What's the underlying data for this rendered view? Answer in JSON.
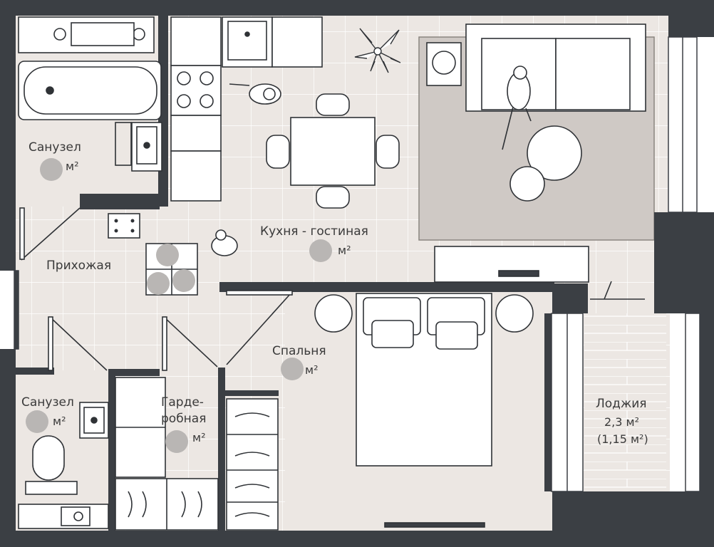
{
  "rooms": {
    "bathroom_main": {
      "name": "Санузел",
      "area": "м²"
    },
    "kitchen_living": {
      "name": "Кухня - гостиная",
      "area": "м²"
    },
    "hallway": {
      "name": "Прихожая"
    },
    "bedroom": {
      "name": "Спальня",
      "area": "м²"
    },
    "bathroom_small": {
      "name": "Санузел",
      "area": "м²"
    },
    "wardrobe": {
      "name_line1": "Гарде-",
      "name_line2": "робная",
      "area": "м²"
    },
    "loggia": {
      "name": "Лоджия",
      "area": "2,3 м²",
      "area_reduced": "(1,15 м²)"
    }
  },
  "colors": {
    "wall": "#3b3f44",
    "floor": "#ece7e3",
    "carpet": "#cfc9c5",
    "furniture": "#ffffff",
    "line": "#2f3236"
  }
}
